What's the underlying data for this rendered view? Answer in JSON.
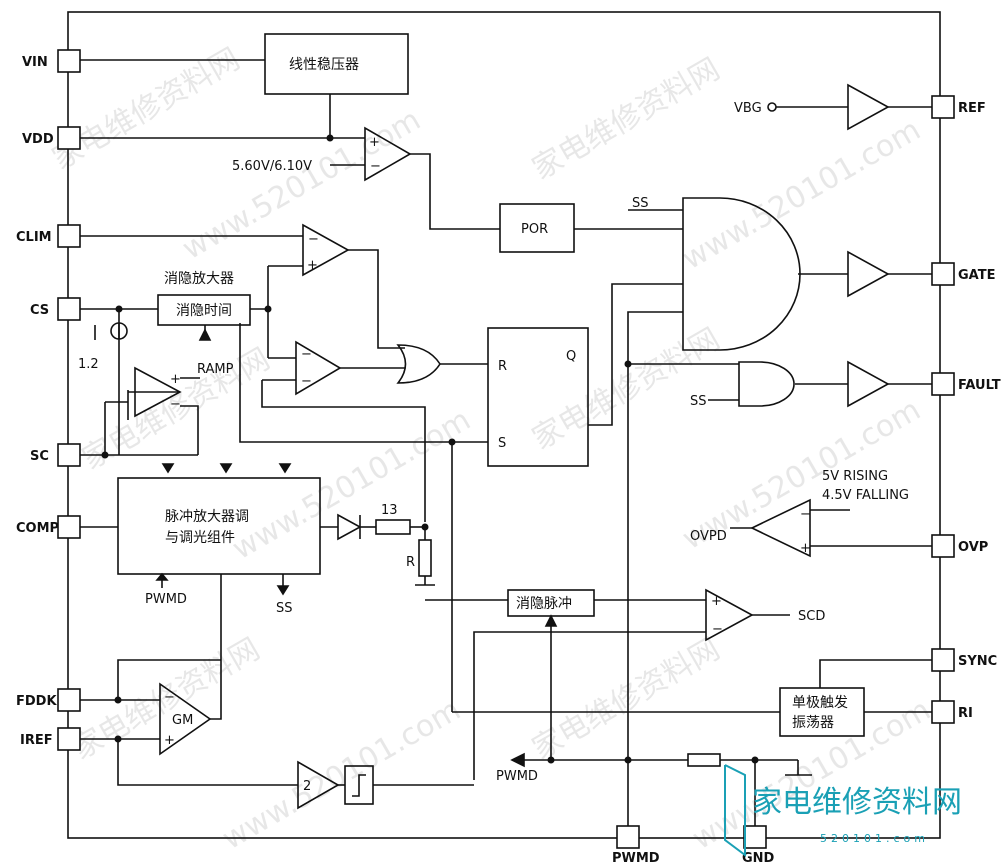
{
  "pins_left": {
    "vin": "VIN",
    "vdd": "VDD",
    "clim": "CLIM",
    "cs": "CS",
    "sc": "SC",
    "comp": "COMP",
    "fddk": "FDDK",
    "iref": "IREF"
  },
  "pins_right": {
    "ref": "REF",
    "gate": "GATE",
    "fault": "FAULT",
    "ovp": "OVP",
    "sync": "SYNC",
    "ri": "RI"
  },
  "pins_bottom": {
    "pwmd": "PWMD",
    "gnd": "GND"
  },
  "blocks": {
    "linear_regulator": "线性稳压器",
    "por": "POR",
    "blanking_amp_title": "消隐放大器",
    "blanking_time": "消隐时间",
    "pulse_amp": "脉冲放大器调",
    "dimming_block": "与调光组件",
    "blanking_pulse": "消隐脉冲",
    "oscillator_line1": "单极触发",
    "oscillator_line2": "振荡器",
    "gm": "GM",
    "gain_two": "2",
    "resistor_13": "13",
    "resistor_r": "R",
    "flipflop_r": "R",
    "flipflop_q": "Q",
    "flipflop_s": "S"
  },
  "labels": {
    "vbg": "VBG",
    "uvlo": "5.60V/6.10V",
    "ss_top": "SS",
    "ss_and": "SS",
    "ss_pulse": "SS",
    "ramp": "RAMP",
    "current_12": "1.2",
    "pwmd_pulse": "PWMD",
    "pwmd_bus": "PWMD",
    "scd": "SCD",
    "ovpd": "OVPD",
    "ovp_rising": "5V RISING",
    "ovp_falling": "4.5V FALLING"
  },
  "watermarks": {
    "site_cn": "家电维修资料网",
    "site_num": "www.520101.com"
  },
  "logo": {
    "text": "家电维修资料网",
    "url": "520101.com"
  },
  "colors": {
    "ink": "#111111",
    "logo": "#1aa0b5",
    "watermark": "#bdbdbd"
  }
}
